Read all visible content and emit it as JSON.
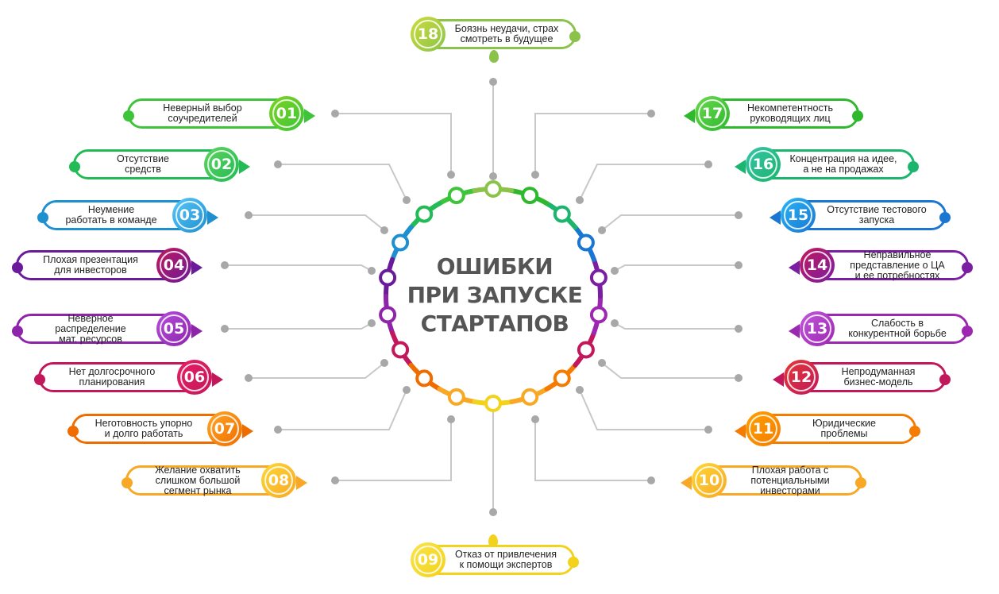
{
  "title": {
    "line1": "ОШИБКИ",
    "line2": "ПРИ ЗАПУСКЕ",
    "line3": "СТАРТАПОВ"
  },
  "colors": {
    "wire": "#c8c8c8",
    "wire_dot": "#a8a8a8",
    "text": "#222222",
    "title": "#555555"
  },
  "items": [
    {
      "num": "01",
      "lines": [
        "Неверный выбор",
        "соучредителей"
      ],
      "color": "#3ec43a",
      "color2": "#7ed321"
    },
    {
      "num": "02",
      "lines": [
        "Отсутствие",
        "средств"
      ],
      "color": "#22bb55",
      "color2": "#5fd35f"
    },
    {
      "num": "03",
      "lines": [
        "Неумение",
        "работать в команде"
      ],
      "color": "#1e8fcf",
      "color2": "#5ac8fa"
    },
    {
      "num": "04",
      "lines": [
        "Плохая презентация",
        "для инвесторов"
      ],
      "color": "#6a1b9a",
      "color2": "#c2185b"
    },
    {
      "num": "05",
      "lines": [
        "Неверное",
        "распределение",
        "мат. ресурсов"
      ],
      "color": "#8e24aa",
      "color2": "#b34fdd"
    },
    {
      "num": "06",
      "lines": [
        "Нет долгосрочного",
        "планирования"
      ],
      "color": "#c2185b",
      "color2": "#e91e63"
    },
    {
      "num": "07",
      "lines": [
        "Неготовность упорно",
        "и долго работать"
      ],
      "color": "#ef6c00",
      "color2": "#ffa726"
    },
    {
      "num": "08",
      "lines": [
        "Желание охватить",
        "слишком большой",
        "сегмент рынка"
      ],
      "color": "#f9a825",
      "color2": "#fdd835"
    },
    {
      "num": "09",
      "lines": [
        "Отказ от привлечения",
        "к помощи экспертов"
      ],
      "color": "#f2d21b",
      "color2": "#fbe44a"
    },
    {
      "num": "10",
      "lines": [
        "Плохая работа с",
        "потенциальными",
        "инвесторами"
      ],
      "color": "#f9a825",
      "color2": "#fdd835"
    },
    {
      "num": "11",
      "lines": [
        "Юридические",
        "проблемы"
      ],
      "color": "#f57c00",
      "color2": "#ffa000"
    },
    {
      "num": "12",
      "lines": [
        "Непродуманная",
        "бизнес-модель"
      ],
      "color": "#c2185b",
      "color2": "#e53935"
    },
    {
      "num": "13",
      "lines": [
        "Слабость в",
        "конкурентной борьбе"
      ],
      "color": "#9c27b0",
      "color2": "#c158dc"
    },
    {
      "num": "14",
      "lines": [
        "Неправильное",
        "представление о ЦА",
        "и ее потребностях"
      ],
      "color": "#7b1fa2",
      "color2": "#c2185b"
    },
    {
      "num": "15",
      "lines": [
        "Отсутствие тестового",
        "запуска"
      ],
      "color": "#1976d2",
      "color2": "#29b6f6"
    },
    {
      "num": "16",
      "lines": [
        "Концентрация на идее,",
        "а не на продажах"
      ],
      "color": "#1bb56e",
      "color2": "#36c4a8"
    },
    {
      "num": "17",
      "lines": [
        "Некомпетентность",
        "руководящих лиц"
      ],
      "color": "#2eb82e",
      "color2": "#6bd84e"
    },
    {
      "num": "18",
      "lines": [
        "Боязнь неудачи, страх",
        "смотреть в будущее"
      ],
      "color": "#8bc34a",
      "color2": "#cddc39"
    }
  ]
}
